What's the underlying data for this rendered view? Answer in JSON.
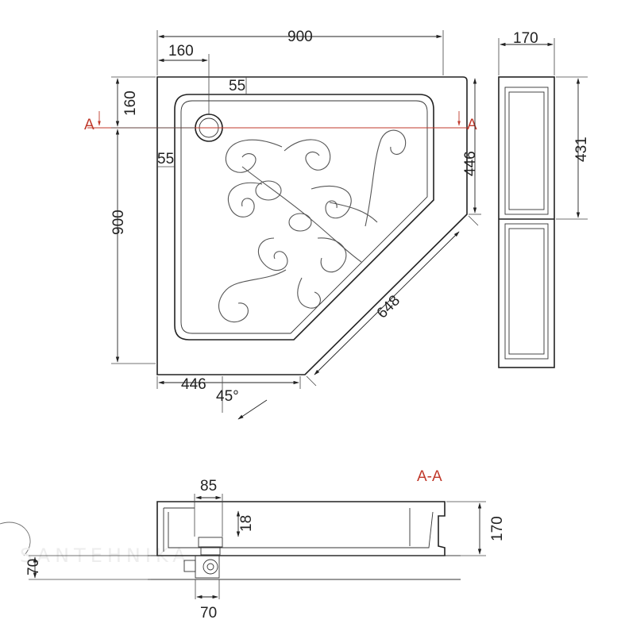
{
  "top_view": {
    "overall_width": "900",
    "overall_height": "900",
    "drain_offset_x": "160",
    "drain_offset_y": "160",
    "rim_top": "55",
    "rim_left": "55",
    "right_side_height": "446",
    "bottom_side_width": "446",
    "diagonal_length": "648",
    "angle": "45°",
    "section_marker_left": "A",
    "section_marker_right": "A"
  },
  "side_view": {
    "total_height": "170",
    "panel_height": "431"
  },
  "section_view": {
    "title": "A-A",
    "drain_diameter": "85",
    "drain_depth": "18",
    "tray_height": "170",
    "leg_height": "70",
    "leg_width": "70"
  },
  "colors": {
    "line": "#222222",
    "section_marker": "#c0392b"
  }
}
